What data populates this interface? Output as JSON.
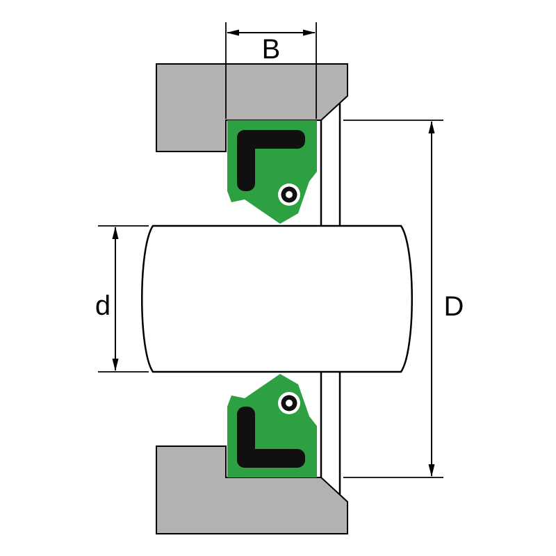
{
  "dimensions": {
    "width_label": "B",
    "shaft_diameter_label": "d",
    "outer_diameter_label": "D"
  },
  "colors": {
    "housing": "#b3b3b3",
    "seal": "#2da042",
    "seal_case": "#101010",
    "line": "#000000",
    "white": "#ffffff"
  }
}
